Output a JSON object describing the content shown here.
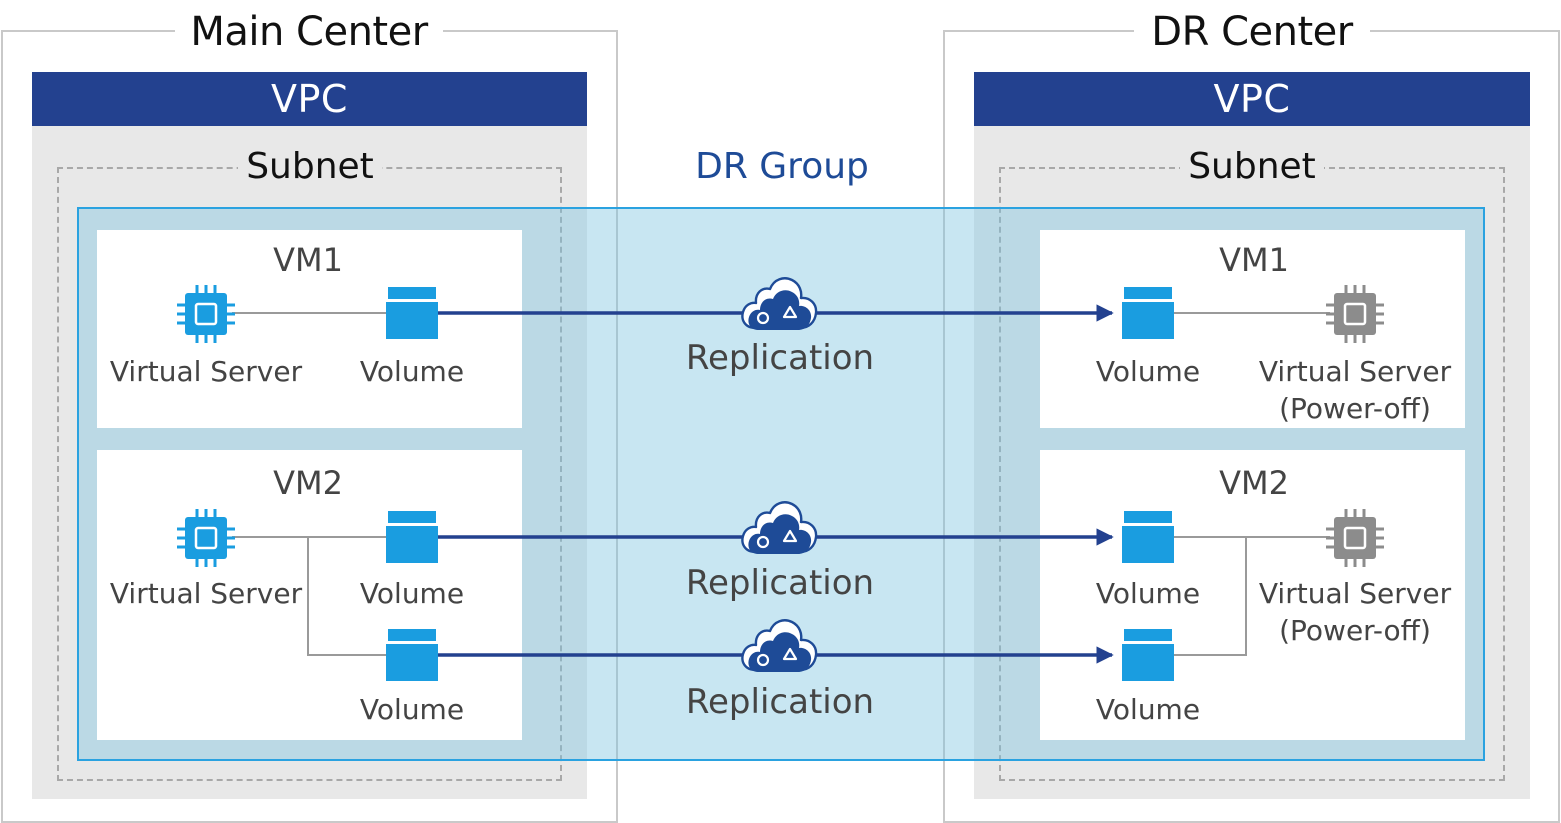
{
  "main_center": {
    "title": "Main Center",
    "vpc_label": "VPC",
    "subnet_label": "Subnet",
    "vm1": {
      "title": "VM1",
      "server_label": "Virtual Server",
      "volume_label": "Volume"
    },
    "vm2": {
      "title": "VM2",
      "server_label": "Virtual Server",
      "volume1_label": "Volume",
      "volume2_label": "Volume"
    }
  },
  "dr_center": {
    "title": "DR Center",
    "vpc_label": "VPC",
    "subnet_label": "Subnet",
    "vm1": {
      "title": "VM1",
      "server_label": "Virtual Server",
      "server_state": "(Power-off)",
      "volume_label": "Volume"
    },
    "vm2": {
      "title": "VM2",
      "server_label": "Virtual Server",
      "server_state": "(Power-off)",
      "volume1_label": "Volume",
      "volume2_label": "Volume"
    }
  },
  "dr_group": {
    "title": "DR Group",
    "replications": [
      {
        "label": "Replication"
      },
      {
        "label": "Replication"
      },
      {
        "label": "Replication"
      }
    ]
  },
  "colors": {
    "vpc_bar": "#23418f",
    "dr_group_fill": "#bfe2f0",
    "dr_group_border": "#2aa2e0",
    "dr_group_title": "#1e4b97",
    "replication_arrow": "#23418f",
    "active_icon": "#1a9de0",
    "poweroff_icon": "#8c8c8c",
    "cloud_icon": "#1e4b97"
  },
  "icons": {
    "server_active": "cpu-chip-icon",
    "server_poweroff": "cpu-chip-icon",
    "volume": "volume-icon",
    "replication": "cloud-icon"
  }
}
